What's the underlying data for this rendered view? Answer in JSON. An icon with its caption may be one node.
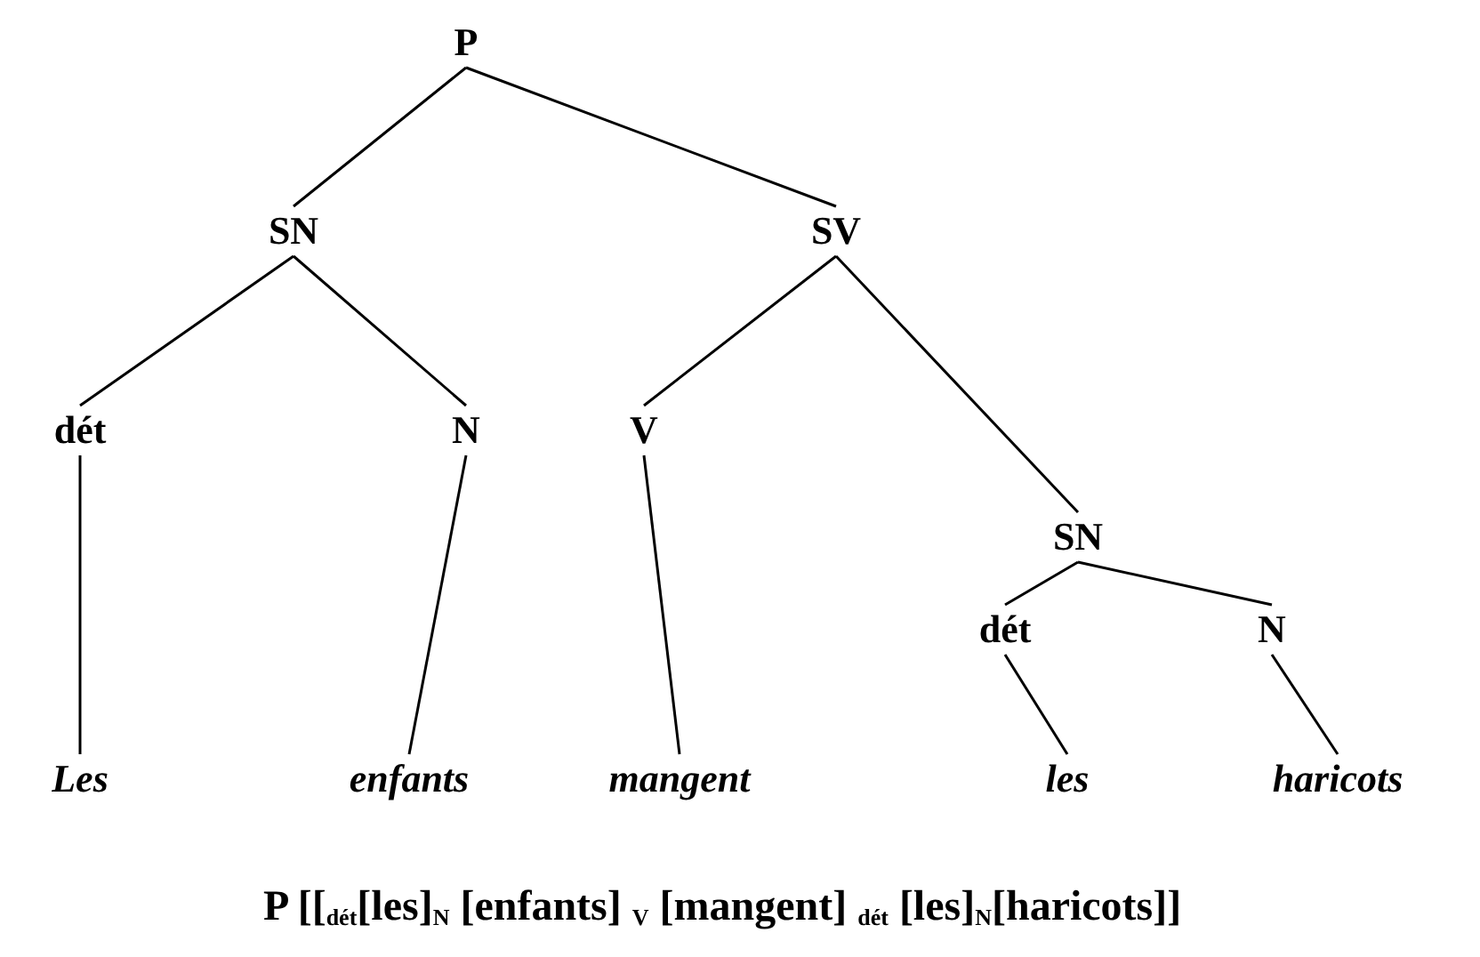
{
  "diagram": {
    "nodes": [
      {
        "text": [
          "P"
        ]
      },
      {
        "text": [
          "SN"
        ]
      },
      {
        "text": [
          "SV"
        ]
      },
      {
        "text": [
          "dét"
        ]
      },
      {
        "text": [
          "N"
        ]
      },
      {
        "text": [
          "V"
        ]
      },
      {
        "text": [
          "SN"
        ]
      },
      {
        "text": [
          "dét"
        ]
      },
      {
        "text": [
          "N"
        ]
      },
      {
        "text": [
          "Les"
        ]
      },
      {
        "text": [
          "enfants"
        ]
      },
      {
        "text": [
          "mangent"
        ]
      },
      {
        "text": [
          "les"
        ]
      },
      {
        "text": [
          "haricots"
        ]
      }
    ],
    "edges": [
      {
        "from": 0,
        "to": 1,
        "arrow": "none"
      },
      {
        "from": 0,
        "to": 2,
        "arrow": "none"
      },
      {
        "from": 1,
        "to": 3,
        "arrow": "none"
      },
      {
        "from": 1,
        "to": 4,
        "arrow": "none"
      },
      {
        "from": 2,
        "to": 5,
        "arrow": "none"
      },
      {
        "from": 2,
        "to": 6,
        "arrow": "none"
      },
      {
        "from": 6,
        "to": 7,
        "arrow": "none"
      },
      {
        "from": 6,
        "to": 8,
        "arrow": "none"
      },
      {
        "from": 3,
        "to": 9,
        "arrow": "none"
      },
      {
        "from": 4,
        "to": 10,
        "arrow": "none"
      },
      {
        "from": 5,
        "to": 11,
        "arrow": "none"
      },
      {
        "from": 7,
        "to": 12,
        "arrow": "none"
      },
      {
        "from": 8,
        "to": 13,
        "arrow": "none"
      }
    ],
    "labels": [
      "P [[$_{dét}$[les]$_{N}$ [enfants] $_{V}$ [mangent] $_{dét}$ [les]$_{N}$[haricots]]"
    ]
  }
}
